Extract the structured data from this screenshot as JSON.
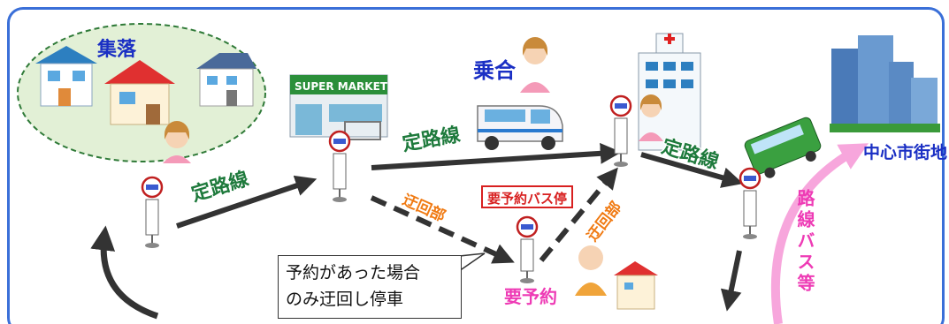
{
  "labels": {
    "village": "集落",
    "ride_share": "乗合",
    "fixed_route_1": "定路線",
    "fixed_route_2": "定路線",
    "fixed_route_3": "定路線",
    "detour_1": "迂回部",
    "detour_2": "迂回部",
    "reservation_stop": "要予約バス停",
    "reservation_required": "要予約",
    "city_center": "中心市街地",
    "route_bus": "路線バス等",
    "supermarket": "SUPER MARKET"
  },
  "callout": {
    "line1": "予約があった場合",
    "line2": "のみ迂回し停車"
  },
  "colors": {
    "frame": "#3a6fd8",
    "route_text": "#1e7a3c",
    "detour_text": "#f07a12",
    "reservation_text": "#ee3bb5",
    "title_text": "#1a2fc4",
    "arrow": "#333333",
    "route_bus_arrow": "#f7a6dc"
  },
  "icons": [
    "bus-stop-icon",
    "house-icon",
    "supermarket-icon",
    "hospital-icon",
    "van-icon",
    "bus-icon",
    "buildings-icon",
    "person-icon"
  ]
}
